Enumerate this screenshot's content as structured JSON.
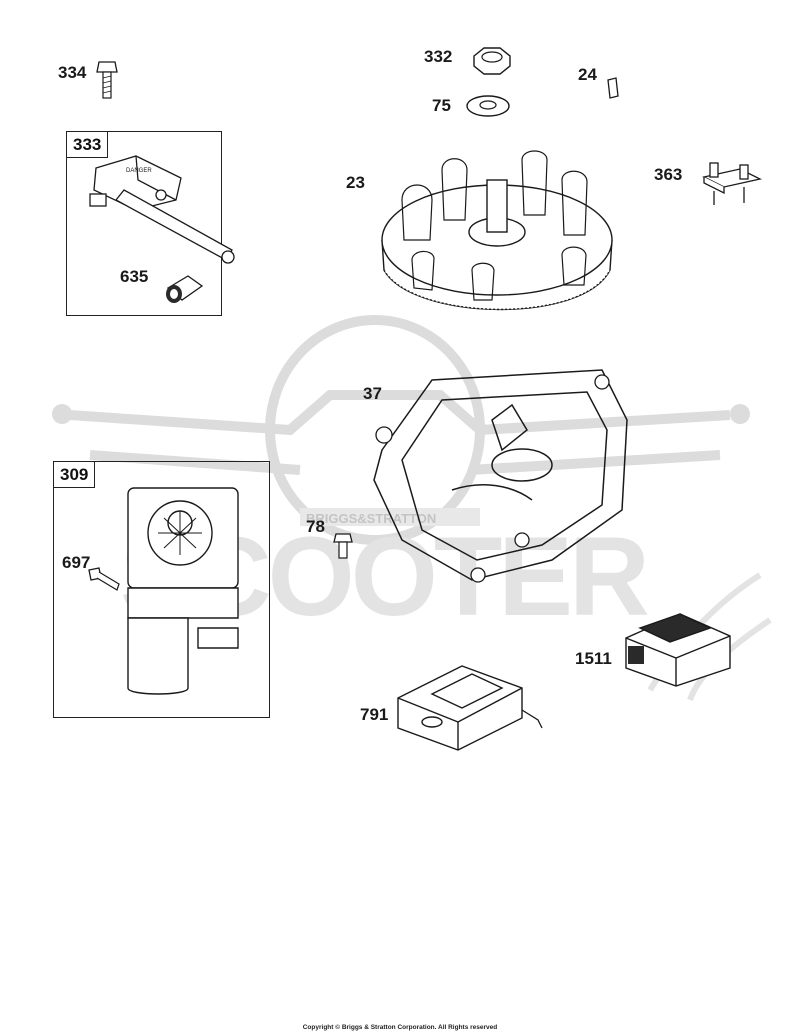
{
  "watermark": {
    "text_main": "SCOOTER",
    "text_banner": "BRIGGS&STRATTON"
  },
  "callouts": {
    "c334": "334",
    "c333": "333",
    "c635": "635",
    "c332": "332",
    "c75": "75",
    "c24": "24",
    "c23": "23",
    "c363": "363",
    "c37": "37",
    "c309": "309",
    "c697": "697",
    "c78": "78",
    "c1511": "1511",
    "c791": "791"
  },
  "footer": {
    "copyright": "Copyright © Briggs & Stratton Corporation. All Rights reserved"
  },
  "colors": {
    "line": "#1a1a1a",
    "watermark": "#d9d9d9"
  }
}
